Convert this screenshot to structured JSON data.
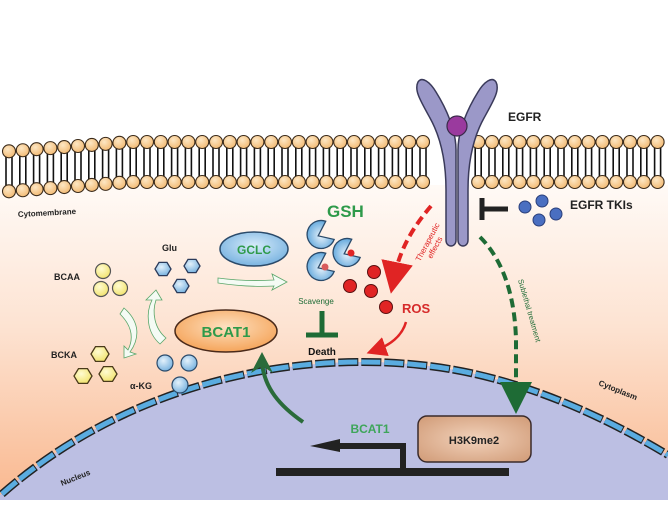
{
  "labels": {
    "egfr": "EGFR",
    "egfr_tkis": "EGFR TKIs",
    "cytomembrane": "Cytomembrane",
    "cytoplasm": "Cytoplasm",
    "nucleus": "Nucleus",
    "gsh": "GSH",
    "gclc": "GCLC",
    "glu": "Glu",
    "bcaa": "BCAA",
    "bcka": "BCKA",
    "akg": "α-KG",
    "bcat1_enzyme": "BCAT1",
    "bcat1_gene": "BCAT1",
    "scavenge": "Scavenge",
    "death": "Death",
    "ros": "ROS",
    "therapeutic_line1": "Therapeutic",
    "therapeutic_line2": "effects",
    "sublethal": "Sublethal treatment",
    "h3k9me2": "H3K9me2"
  },
  "colors": {
    "membrane_head": "#f7c98a",
    "receptor": "#9b98c8",
    "ligand": "#9a3a9e",
    "tki": "#4a6fc1",
    "green_text": "#2e9a4a",
    "dark_green": "#1e6b35",
    "red": "#e02424",
    "nucleus_fill": "#bcbfe3",
    "envelope": "#5aace0",
    "bcat1_fill": "#f7a85c",
    "gclc_fill": "#7fb8e3",
    "h3_fill": "#d8a885"
  }
}
